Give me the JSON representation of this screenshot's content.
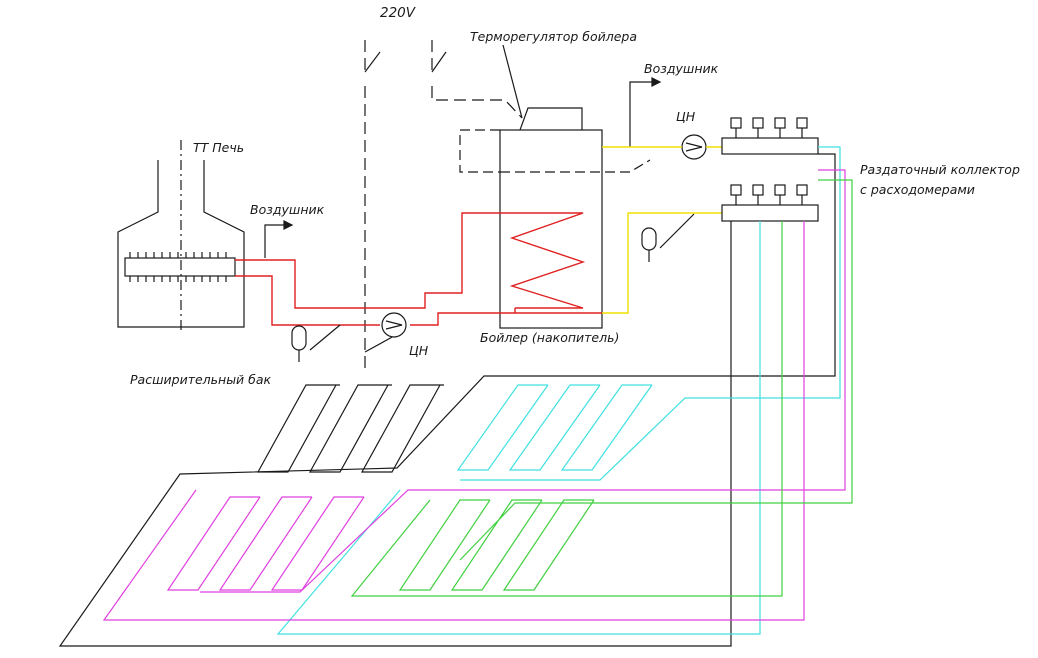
{
  "labels": {
    "voltage": "220V",
    "boiler_thermostat": "Терморегулятор бойлера",
    "air_vent_top": "Воздушник",
    "pump_top": "ЦН",
    "collector_line1": "Раздаточный коллектор",
    "collector_line2": "с расходомерами",
    "stove": "ТТ Печь",
    "air_vent_left": "Воздушник",
    "pump_bottom": "ЦН",
    "boiler": "Бойлер (накопитель)",
    "expansion_tank": "Расширительный бак"
  },
  "colors": {
    "line": "#1a1a1a",
    "hot_circuit": "#e02020",
    "yellow_circuit": "#f0e000",
    "cyan_loop": "#40e0e0",
    "magenta_loop": "#e040e0",
    "green_loop": "#40d040"
  }
}
